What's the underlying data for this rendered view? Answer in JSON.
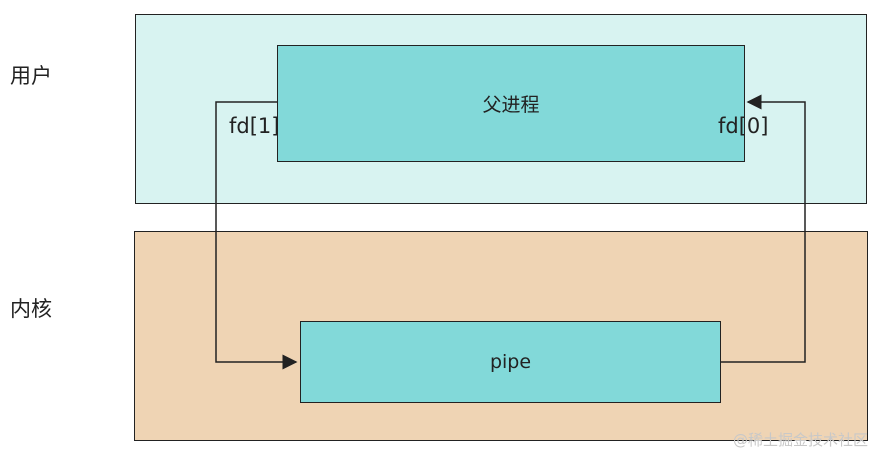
{
  "colors": {
    "user_region": "#d8f3f1",
    "kernel_region": "#efd4b4",
    "process_box": "#82d9d9"
  },
  "labels": {
    "user": "用户",
    "kernel": "内核"
  },
  "nodes": {
    "parent_process": "父进程",
    "pipe": "pipe"
  },
  "fds": {
    "write_end": "fd[1]",
    "read_end": "fd[0]"
  },
  "edges": [
    {
      "from": "parent_process",
      "port": "fd[1]",
      "to": "pipe"
    },
    {
      "from": "pipe",
      "to": "parent_process",
      "port": "fd[0]"
    }
  ],
  "watermark": "@稀土掘金技术社区"
}
